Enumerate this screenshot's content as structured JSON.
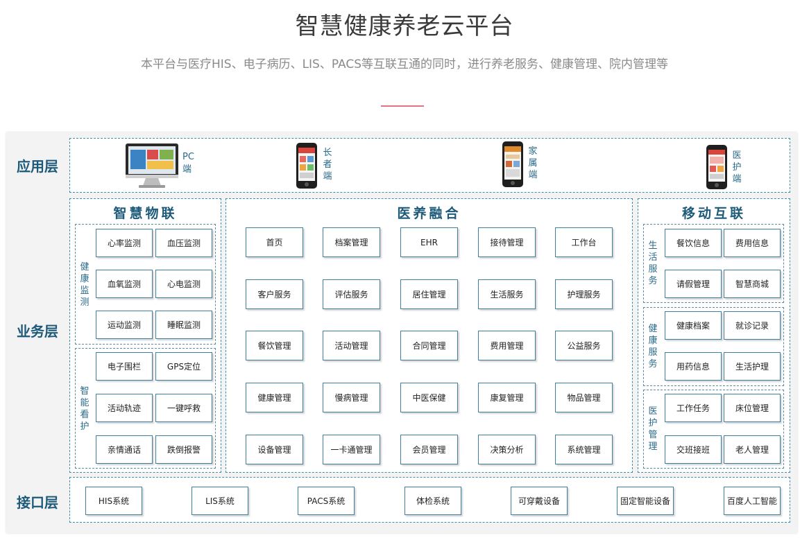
{
  "header": {
    "title": "智慧健康养老云平台",
    "subtitle": "本平台与医疗HIS、电子病历、LIS、PACS等互联互通的同时，进行养老服务、健康管理、院内管理等"
  },
  "colors": {
    "accent": "#e4717f",
    "layer_text": "#1d5a7a",
    "border": "#3e7fa0"
  },
  "layers": {
    "application": "应用层",
    "business": "业务层",
    "interface": "接口层"
  },
  "apps": {
    "pc": {
      "line1": "PC",
      "line2": "端",
      "icon": "monitor-icon"
    },
    "elder": {
      "label": "长者端",
      "icon": "phone-icon"
    },
    "family": {
      "label": "家属端",
      "icon": "phone-icon"
    },
    "medical": {
      "label": "医护端",
      "icon": "phone-icon"
    }
  },
  "iot": {
    "title": "智慧物联",
    "health_monitor": {
      "label": "健康监测",
      "items": [
        "心率监测",
        "血压监测",
        "血氧监测",
        "心电监测",
        "运动监测",
        "睡眠监测"
      ]
    },
    "smart_care": {
      "label": "智能看护",
      "items": [
        "电子围栏",
        "GPS定位",
        "活动轨迹",
        "一键呼救",
        "亲情通话",
        "跌倒报警"
      ]
    }
  },
  "fusion": {
    "title": "医养融合",
    "items": [
      "首页",
      "档案管理",
      "EHR",
      "接待管理",
      "工作台",
      "客户服务",
      "评估服务",
      "居住管理",
      "生活服务",
      "护理服务",
      "餐饮管理",
      "活动管理",
      "合同管理",
      "费用管理",
      "公益服务",
      "健康管理",
      "慢病管理",
      "中医保健",
      "康复管理",
      "物品管理",
      "设备管理",
      "一卡通管理",
      "会员管理",
      "决策分析",
      "系统管理"
    ]
  },
  "mobile": {
    "title": "移动互联",
    "life": {
      "label": "生活服务",
      "items": [
        "餐饮信息",
        "费用信息",
        "请假管理",
        "智慧商城"
      ]
    },
    "health": {
      "label": "健康服务",
      "items": [
        "健康档案",
        "就诊记录",
        "用药信息",
        "生活护理"
      ]
    },
    "care": {
      "label": "医护管理",
      "items": [
        "工作任务",
        "床位管理",
        "交班接班",
        "老人管理"
      ]
    }
  },
  "interfaces": [
    "HIS系统",
    "LIS系统",
    "PACS系统",
    "体检系统",
    "可穿戴设备",
    "固定智能设备",
    "百度人工智能"
  ]
}
